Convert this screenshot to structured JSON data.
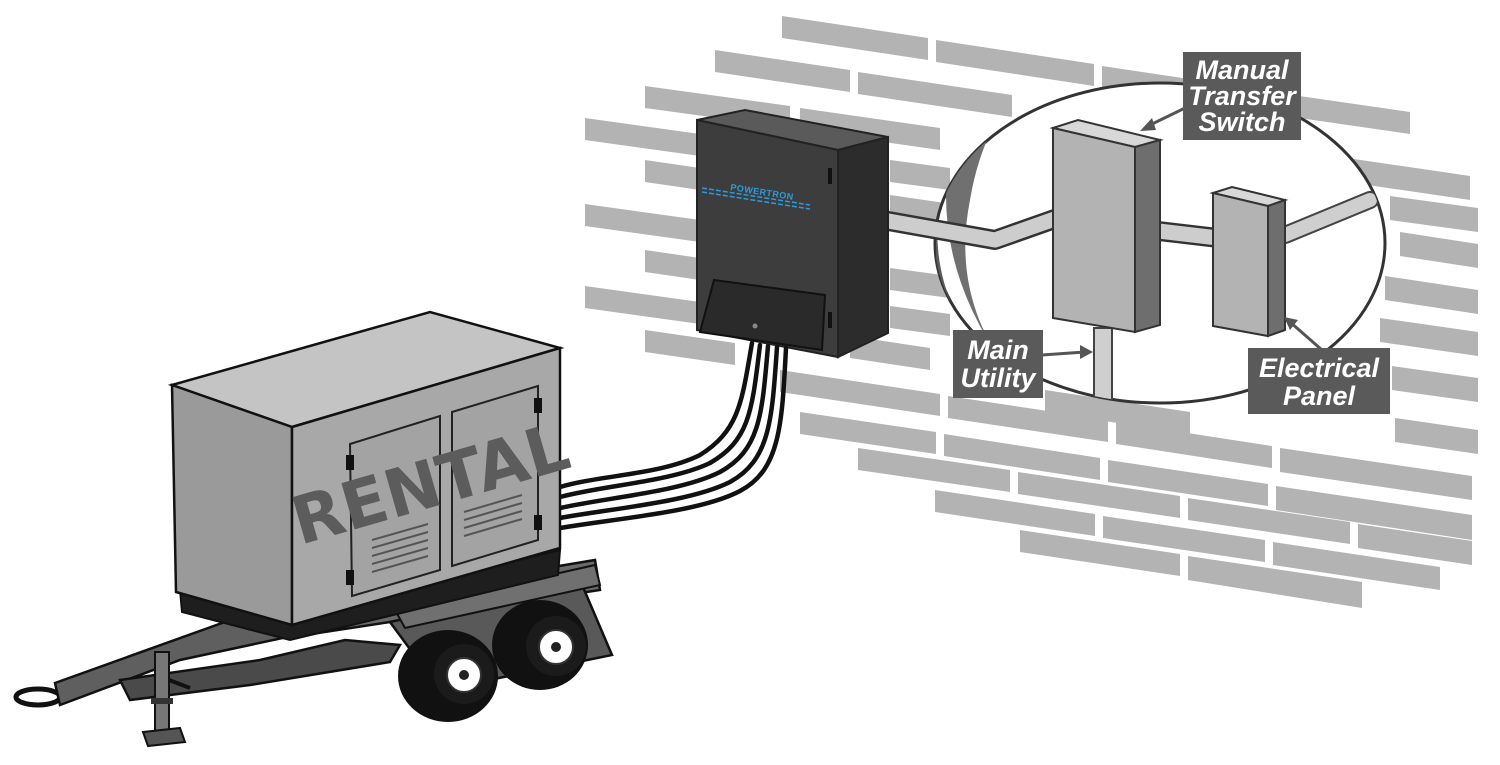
{
  "labels": {
    "transfer_switch": [
      "Manual",
      "Transfer",
      "Switch"
    ],
    "main_utility": [
      "Main",
      "Utility"
    ],
    "electrical_panel": [
      "Electrical",
      "Panel"
    ]
  },
  "generator": {
    "marking": "RENTAL"
  },
  "enclosure": {
    "brand": "POWERTRON"
  },
  "colors": {
    "brick": "#b3b3b3",
    "label_background": "#5a5a5a",
    "label_text": "#ffffff",
    "brand_accent": "#2a9be0",
    "enclosure_dark": "#3a3a3a",
    "generator_body": "#a8a8a8"
  }
}
